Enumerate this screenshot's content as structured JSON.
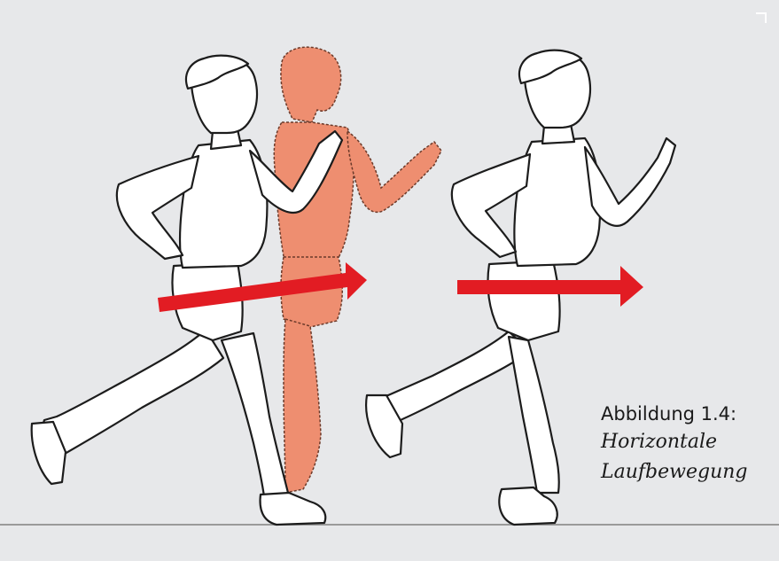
{
  "figure": {
    "label": "Abbildung 1.4:",
    "title_line1": "Horizontale",
    "title_line2": "Laufbewegung"
  },
  "colors": {
    "background": "#e7e8ea",
    "arrow": "#e21c23",
    "ghost_runner": "#ee8e70",
    "outline": "#1c1c1c",
    "ground": "#9a9a9a"
  },
  "icons": [
    "runner-figure",
    "ghost-runner-figure",
    "motion-arrow"
  ]
}
